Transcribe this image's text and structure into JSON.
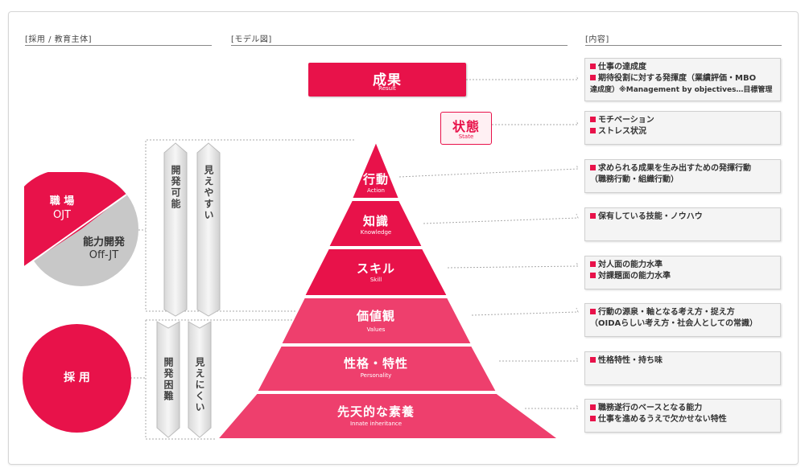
{
  "headers": {
    "left": "[採用 / 教育主体]",
    "middle": "[モデル図]",
    "right": "[内容]"
  },
  "circles": {
    "top": {
      "label1": "職 場",
      "label2": "OJT",
      "label3": "能力開発",
      "label4": "Off-JT"
    },
    "bottom": {
      "label": "採 用"
    }
  },
  "arrows": {
    "upper_left": "開発可能",
    "upper_right": "見えやすい",
    "lower_left": "開発困難",
    "lower_right": "見えにくい"
  },
  "result": {
    "title": "成果",
    "sub": "Result"
  },
  "state": {
    "title": "状態",
    "sub": "State"
  },
  "pyramid": [
    {
      "title": "行動",
      "sub": "Action"
    },
    {
      "title": "知識",
      "sub": "Knowledge"
    },
    {
      "title": "スキル",
      "sub": "Skill"
    },
    {
      "title": "価値観",
      "sub": "Values"
    },
    {
      "title": "性格・特性",
      "sub": "Personality"
    },
    {
      "title": "先天的な素養",
      "sub": "Innate inheritance"
    }
  ],
  "contents": [
    {
      "lines": [
        "仕事の達成度",
        "期待役割に対する発揮度（業績評価・MBO"
      ],
      "cont": "達成度）※Management by objectives…目標管理"
    },
    {
      "lines": [
        "モチベーション",
        "ストレス状況"
      ],
      "cont": ""
    },
    {
      "lines": [
        "求められる成果を生み出すための発揮行動"
      ],
      "cont": "（職務行動・組織行動）"
    },
    {
      "lines": [
        "保有している技能・ノウハウ"
      ],
      "cont": ""
    },
    {
      "lines": [
        "対人面の能力水準",
        "対課題面の能力水準"
      ],
      "cont": ""
    },
    {
      "lines": [
        "行動の源泉・軸となる考え方・捉え方"
      ],
      "cont": "（OIDAらしい考え方・社会人としての常識）"
    },
    {
      "lines": [
        "性格特性・持ち味"
      ],
      "cont": ""
    },
    {
      "lines": [
        "職務遂行のベースとなる能力",
        "仕事を進めるうえで欠かせない特性"
      ],
      "cont": ""
    }
  ],
  "colors": {
    "accent": "#e8124a",
    "pyramid_light": "#ee3f6d",
    "gray_circle": "#c8c8c8"
  }
}
